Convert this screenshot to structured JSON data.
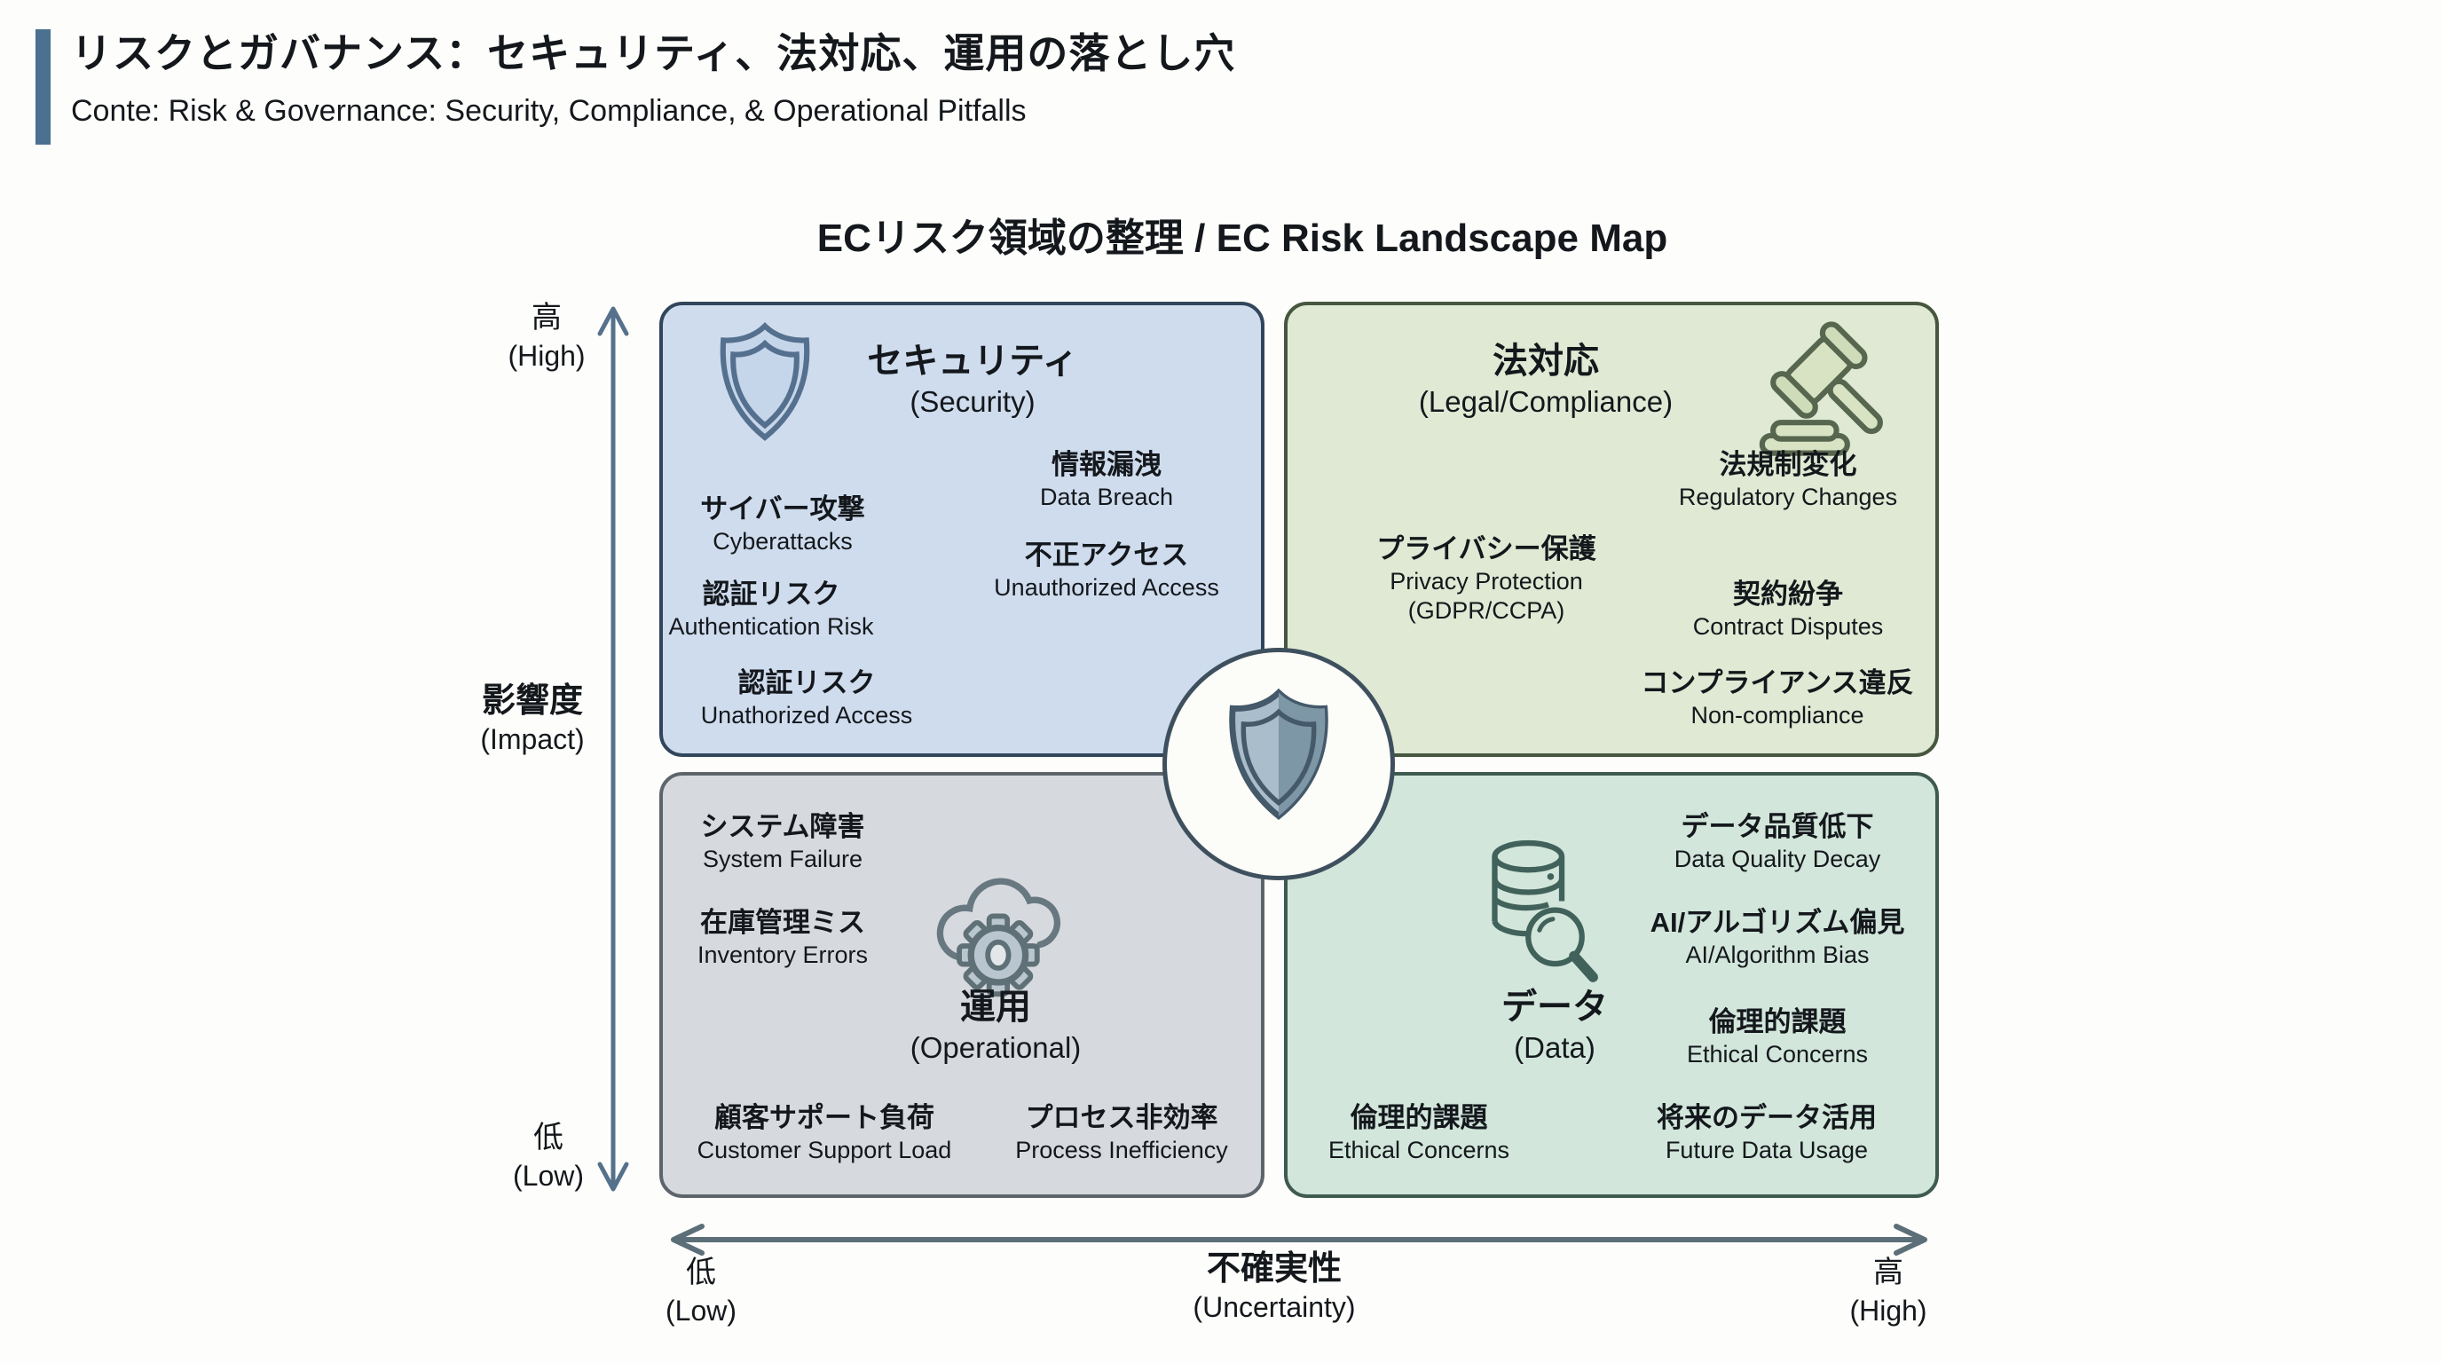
{
  "header": {
    "title_jp": "リスクとガバナンス：セキュリティ、法対応、運用の落とし穴",
    "title_en": "Conte: Risk & Governance: Security, Compliance, & Operational Pitfalls"
  },
  "map": {
    "title": "ECリスク領域の整理 / EC Risk Landscape Map"
  },
  "axes": {
    "y": {
      "name_jp": "影響度",
      "name_en": "(Impact)",
      "top_jp": "高",
      "top_en": "(High)",
      "bottom_jp": "低",
      "bottom_en": "(Low)"
    },
    "x": {
      "name_jp": "不確実性",
      "name_en": "(Uncertainty)",
      "left_jp": "低",
      "left_en": "(Low)",
      "right_jp": "高",
      "right_en": "(High)"
    }
  },
  "quadrants": {
    "security": {
      "title_jp": "セキュリティ",
      "title_en": "(Security)",
      "icon": "shield-icon",
      "bg": "#cfdcee",
      "border": "#31455b",
      "items": [
        {
          "jp": "情報漏洩",
          "en": "Data Breach"
        },
        {
          "jp": "サイバー攻撃",
          "en": "Cyberattacks"
        },
        {
          "jp": "不正アクセス",
          "en": "Unauthorized Access"
        },
        {
          "jp": "認証リスク",
          "en": "Authentication Risk"
        },
        {
          "jp": "認証リスク",
          "en": "Unathorized Access"
        }
      ]
    },
    "legal": {
      "title_jp": "法対応",
      "title_en": "(Legal/Compliance)",
      "icon": "gavel-icon",
      "bg": "#dfe9d4",
      "border": "#46573e",
      "items": [
        {
          "jp": "法規制変化",
          "en": "Regulatory Changes"
        },
        {
          "jp": "プライバシー保護",
          "en": "Privacy Protection",
          "en2": "(GDPR/CCPA)"
        },
        {
          "jp": "契約紛争",
          "en": "Contract Disputes"
        },
        {
          "jp": "コンプライアンス違反",
          "en": "Non-compliance"
        }
      ]
    },
    "operational": {
      "title_jp": "運用",
      "title_en": "(Operational)",
      "icon": "cloud-gear-icon",
      "bg": "#d6dade",
      "border": "#5d656b",
      "items": [
        {
          "jp": "システム障害",
          "en": "System Failure"
        },
        {
          "jp": "在庫管理ミス",
          "en": "Inventory Errors"
        },
        {
          "jp": "顧客サポート負荷",
          "en": "Customer Support Load"
        },
        {
          "jp": "プロセス非効率",
          "en": "Process Inefficiency"
        }
      ]
    },
    "data": {
      "title_jp": "データ",
      "title_en": "(Data)",
      "icon": "database-search-icon",
      "bg": "#d2e6db",
      "border": "#3f5a50",
      "items": [
        {
          "jp": "データ品質低下",
          "en": "Data Quality Decay"
        },
        {
          "jp": "AI/アルゴリズム偏見",
          "en": "AI/Algorithm Bias"
        },
        {
          "jp": "倫理的課題",
          "en": "Ethical Concerns"
        },
        {
          "jp": "倫理的課題",
          "en": "Ethical Concerns"
        },
        {
          "jp": "将来のデータ活用",
          "en": "Future Data Usage"
        }
      ]
    }
  },
  "center": {
    "icon": "shield-emblem-icon"
  },
  "colors": {
    "header_accent": "#4c7090",
    "y_axis_arrow": "#56718b",
    "x_axis_arrow": "#5c6f78",
    "center_ring": "#3e505d",
    "center_shield_left": "#a9bdcb",
    "center_shield_right": "#7e97a7"
  }
}
